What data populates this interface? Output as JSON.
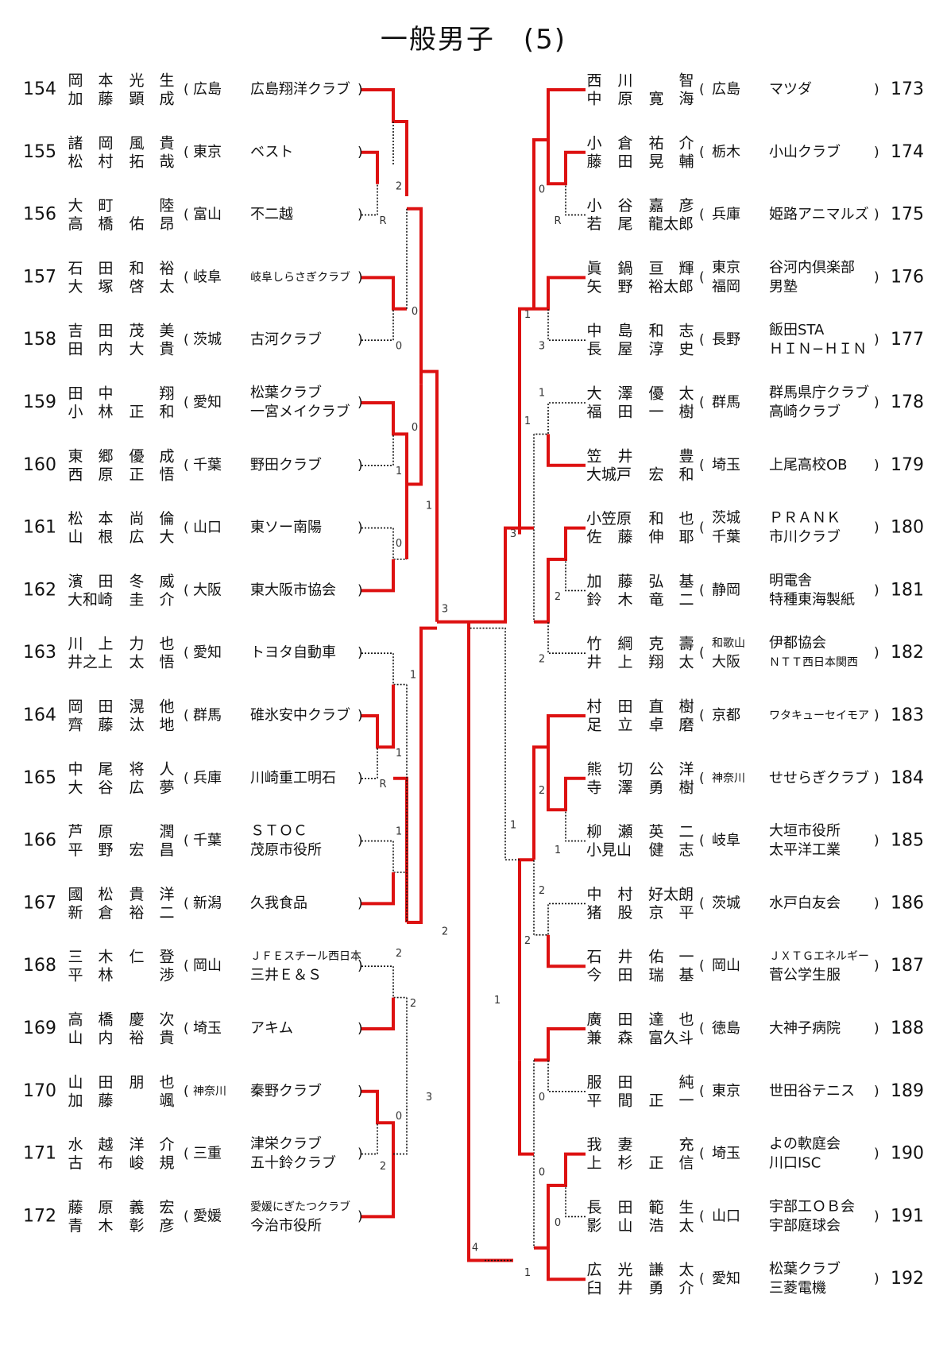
{
  "title": "一般男子　(5)",
  "left_entries": [
    {
      "no": "154",
      "p1": [
        "岡",
        "本",
        "光",
        "生"
      ],
      "p2": [
        "加",
        "藤",
        "顕",
        "成"
      ],
      "pref": [
        "広島"
      ],
      "club": [
        "広島翔洋クラブ"
      ]
    },
    {
      "no": "155",
      "p1": [
        "諸",
        "岡",
        "風",
        "貴"
      ],
      "p2": [
        "松",
        "村",
        "拓",
        "哉"
      ],
      "pref": [
        "東京"
      ],
      "club": [
        "ベスト"
      ]
    },
    {
      "no": "156",
      "p1": [
        "大",
        "町",
        "",
        "陸"
      ],
      "p2": [
        "高",
        "橋",
        "佑",
        "昂"
      ],
      "pref": [
        "富山"
      ],
      "club": [
        "不二越"
      ]
    },
    {
      "no": "157",
      "p1": [
        "石",
        "田",
        "和",
        "裕"
      ],
      "p2": [
        "大",
        "塚",
        "啓",
        "太"
      ],
      "pref": [
        "岐阜"
      ],
      "club": [
        "岐阜しらさぎクラブ"
      ],
      "small": true
    },
    {
      "no": "158",
      "p1": [
        "吉",
        "田",
        "茂",
        "美"
      ],
      "p2": [
        "田",
        "内",
        "大",
        "貴"
      ],
      "pref": [
        "茨城"
      ],
      "club": [
        "古河クラブ"
      ]
    },
    {
      "no": "159",
      "p1": [
        "田",
        "中",
        "",
        "翔"
      ],
      "p2": [
        "小",
        "林",
        "正",
        "和"
      ],
      "pref": [
        "愛知"
      ],
      "club": [
        "松葉クラブ",
        "一宮メイクラブ"
      ]
    },
    {
      "no": "160",
      "p1": [
        "東",
        "郷",
        "優",
        "成"
      ],
      "p2": [
        "西",
        "原",
        "正",
        "悟"
      ],
      "pref": [
        "千葉"
      ],
      "club": [
        "野田クラブ"
      ]
    },
    {
      "no": "161",
      "p1": [
        "松",
        "本",
        "尚",
        "倫"
      ],
      "p2": [
        "山",
        "根",
        "広",
        "大"
      ],
      "pref": [
        "山口"
      ],
      "club": [
        "東ソー南陽"
      ]
    },
    {
      "no": "162",
      "p1": [
        "濱",
        "田",
        "冬",
        "威"
      ],
      "p2": [
        "大和崎",
        "",
        "圭",
        "介"
      ],
      "pref": [
        "大阪"
      ],
      "club": [
        "東大阪市協会"
      ]
    },
    {
      "no": "163",
      "p1": [
        "川",
        "上",
        "力",
        "也"
      ],
      "p2": [
        "井之上",
        "",
        "太",
        "悟"
      ],
      "pref": [
        "愛知"
      ],
      "club": [
        "トヨタ自動車"
      ]
    },
    {
      "no": "164",
      "p1": [
        "岡",
        "田",
        "滉",
        "他"
      ],
      "p2": [
        "齊",
        "藤",
        "汰",
        "地"
      ],
      "pref": [
        "群馬"
      ],
      "club": [
        "碓氷安中クラブ"
      ]
    },
    {
      "no": "165",
      "p1": [
        "中",
        "尾",
        "将",
        "人"
      ],
      "p2": [
        "大",
        "谷",
        "広",
        "夢"
      ],
      "pref": [
        "兵庫"
      ],
      "club": [
        "川崎重工明石"
      ]
    },
    {
      "no": "166",
      "p1": [
        "芦",
        "原",
        "",
        "潤"
      ],
      "p2": [
        "平",
        "野",
        "宏",
        "昌"
      ],
      "pref": [
        "千葉"
      ],
      "club": [
        "ＳＴＯＣ",
        "茂原市役所"
      ]
    },
    {
      "no": "167",
      "p1": [
        "國",
        "松",
        "貴",
        "洋"
      ],
      "p2": [
        "新",
        "倉",
        "裕",
        "二"
      ],
      "pref": [
        "新潟"
      ],
      "club": [
        "久我食品"
      ]
    },
    {
      "no": "168",
      "p1": [
        "三",
        "木",
        "仁",
        "登"
      ],
      "p2": [
        "平",
        "林",
        "",
        "渉"
      ],
      "pref": [
        "岡山"
      ],
      "club": [
        "ＪＦＥスチール西日本",
        "三井Ｅ＆Ｓ"
      ],
      "small_first": true
    },
    {
      "no": "169",
      "p1": [
        "高",
        "橋",
        "慶",
        "次"
      ],
      "p2": [
        "山",
        "内",
        "裕",
        "貴"
      ],
      "pref": [
        "埼玉"
      ],
      "club": [
        "アキム"
      ]
    },
    {
      "no": "170",
      "p1": [
        "山",
        "田",
        "朋",
        "也"
      ],
      "p2": [
        "加",
        "藤",
        "",
        "颯"
      ],
      "pref": [
        "神奈川"
      ],
      "club": [
        "秦野クラブ"
      ],
      "small_pref": true
    },
    {
      "no": "171",
      "p1": [
        "水",
        "越",
        "洋",
        "介"
      ],
      "p2": [
        "古",
        "布",
        "峻",
        "規"
      ],
      "pref": [
        "三重"
      ],
      "club": [
        "津栄クラブ",
        "五十鈴クラブ"
      ]
    },
    {
      "no": "172",
      "p1": [
        "藤",
        "原",
        "義",
        "宏"
      ],
      "p2": [
        "青",
        "木",
        "彰",
        "彦"
      ],
      "pref": [
        "愛媛"
      ],
      "club": [
        "愛媛にぎたつクラブ",
        "今治市役所"
      ],
      "small_first": true
    }
  ],
  "right_entries": [
    {
      "no": "173",
      "p1": [
        "西",
        "川",
        "",
        "智"
      ],
      "p2": [
        "中",
        "原",
        "寛",
        "海"
      ],
      "pref": [
        "広島"
      ],
      "club": [
        "マツダ"
      ]
    },
    {
      "no": "174",
      "p1": [
        "小",
        "倉",
        "祐",
        "介"
      ],
      "p2": [
        "藤",
        "田",
        "晃",
        "輔"
      ],
      "pref": [
        "栃木"
      ],
      "club": [
        "小山クラブ"
      ]
    },
    {
      "no": "175",
      "p1": [
        "小",
        "谷",
        "嘉",
        "彦"
      ],
      "p2": [
        "若",
        "尾",
        "龍太郎",
        ""
      ],
      "pref": [
        "兵庫"
      ],
      "club": [
        "姫路アニマルズ"
      ]
    },
    {
      "no": "176",
      "p1": [
        "眞",
        "鍋",
        "亘",
        "輝"
      ],
      "p2": [
        "矢",
        "野",
        "裕太郎",
        ""
      ],
      "pref": [
        "東京",
        "福岡"
      ],
      "club": [
        "谷河内倶楽部",
        "男塾"
      ]
    },
    {
      "no": "177",
      "p1": [
        "中",
        "島",
        "和",
        "志"
      ],
      "p2": [
        "長",
        "屋",
        "淳",
        "史"
      ],
      "pref": [
        "長野"
      ],
      "club": [
        "飯田STA",
        "ＨＩＮ−ＨＩＮ"
      ]
    },
    {
      "no": "178",
      "p1": [
        "大",
        "澤",
        "優",
        "太"
      ],
      "p2": [
        "福",
        "田",
        "一",
        "樹"
      ],
      "pref": [
        "群馬"
      ],
      "club": [
        "群馬県庁クラブ",
        "高崎クラブ"
      ]
    },
    {
      "no": "179",
      "p1": [
        "笠",
        "井",
        "",
        "豊"
      ],
      "p2": [
        "大城戸",
        "",
        "宏",
        "和"
      ],
      "pref": [
        "埼玉"
      ],
      "club": [
        "上尾高校OB"
      ]
    },
    {
      "no": "180",
      "p1": [
        "小笠原",
        "",
        "和",
        "也"
      ],
      "p2": [
        "佐",
        "藤",
        "伸",
        "耶"
      ],
      "pref": [
        "茨城",
        "千葉"
      ],
      "club": [
        "ＰＲＡＮＫ",
        "市川クラブ"
      ]
    },
    {
      "no": "181",
      "p1": [
        "加",
        "藤",
        "弘",
        "基"
      ],
      "p2": [
        "鈴",
        "木",
        "竜",
        "二"
      ],
      "pref": [
        "静岡"
      ],
      "club": [
        "明電舎",
        "特種東海製紙"
      ]
    },
    {
      "no": "182",
      "p1": [
        "竹",
        "綱",
        "克",
        "壽"
      ],
      "p2": [
        "井",
        "上",
        "翔",
        "太"
      ],
      "pref": [
        "和歌山",
        "大阪"
      ],
      "club": [
        "伊都協会",
        "ＮＴＴ西日本関西"
      ],
      "small_pref": true,
      "small_second": true
    },
    {
      "no": "183",
      "p1": [
        "村",
        "田",
        "直",
        "樹"
      ],
      "p2": [
        "足",
        "立",
        "卓",
        "磨"
      ],
      "pref": [
        "京都"
      ],
      "club": [
        "ワタキューセイモア"
      ],
      "small": true
    },
    {
      "no": "184",
      "p1": [
        "熊",
        "切",
        "公",
        "洋"
      ],
      "p2": [
        "寺",
        "澤",
        "勇",
        "樹"
      ],
      "pref": [
        "神奈川"
      ],
      "club": [
        "せせらぎクラブ"
      ],
      "small_pref": true
    },
    {
      "no": "185",
      "p1": [
        "柳",
        "瀬",
        "英",
        "二"
      ],
      "p2": [
        "小見山",
        "",
        "健",
        "志"
      ],
      "pref": [
        "岐阜"
      ],
      "club": [
        "大垣市役所",
        "太平洋工業"
      ]
    },
    {
      "no": "186",
      "p1": [
        "中",
        "村",
        "好太朗",
        ""
      ],
      "p2": [
        "猪",
        "股",
        "京",
        "平"
      ],
      "pref": [
        "茨城"
      ],
      "club": [
        "水戸白友会"
      ]
    },
    {
      "no": "187",
      "p1": [
        "石",
        "井",
        "佑",
        "一"
      ],
      "p2": [
        "今",
        "田",
        "瑞",
        "基"
      ],
      "pref": [
        "岡山"
      ],
      "club": [
        "ＪＸＴＧエネルギー",
        "菅公学生服"
      ],
      "small_first": true
    },
    {
      "no": "188",
      "p1": [
        "廣",
        "田",
        "達",
        "也"
      ],
      "p2": [
        "兼",
        "森",
        "富久斗",
        ""
      ],
      "pref": [
        "徳島"
      ],
      "club": [
        "大神子病院"
      ]
    },
    {
      "no": "189",
      "p1": [
        "服",
        "田",
        "",
        "純"
      ],
      "p2": [
        "平",
        "間",
        "正",
        "一"
      ],
      "pref": [
        "東京"
      ],
      "club": [
        "世田谷テニス"
      ]
    },
    {
      "no": "190",
      "p1": [
        "我",
        "妻",
        "",
        "充"
      ],
      "p2": [
        "上",
        "杉",
        "正",
        "信"
      ],
      "pref": [
        "埼玉"
      ],
      "club": [
        "よの軟庭会",
        "川口ISC"
      ]
    },
    {
      "no": "191",
      "p1": [
        "長",
        "田",
        "範",
        "生"
      ],
      "p2": [
        "影",
        "山",
        "浩",
        "太"
      ],
      "pref": [
        "山口"
      ],
      "club": [
        "宇部工ＯＢ会",
        "宇部庭球会"
      ]
    },
    {
      "no": "192",
      "p1": [
        "広",
        "光",
        "謙",
        "太"
      ],
      "p2": [
        "臼",
        "井",
        "勇",
        "介"
      ],
      "pref": [
        "愛知"
      ],
      "club": [
        "松葉クラブ",
        "三菱電機"
      ]
    }
  ],
  "scores": [
    {
      "id": "l-a",
      "v": "2"
    },
    {
      "id": "l-b",
      "v": "R"
    },
    {
      "id": "l-c",
      "v": "0"
    },
    {
      "id": "l-d",
      "v": "0"
    },
    {
      "id": "l-e",
      "v": "0"
    },
    {
      "id": "l-f",
      "v": "1"
    },
    {
      "id": "l-g",
      "v": "0"
    },
    {
      "id": "l-h",
      "v": "1"
    },
    {
      "id": "l-i",
      "v": "3"
    },
    {
      "id": "l-j",
      "v": "1"
    },
    {
      "id": "l-k",
      "v": "1"
    },
    {
      "id": "l-l",
      "v": "R"
    },
    {
      "id": "l-m",
      "v": "1"
    },
    {
      "id": "l-n",
      "v": "2"
    },
    {
      "id": "l-o",
      "v": "2"
    },
    {
      "id": "l-p",
      "v": "2"
    },
    {
      "id": "l-q",
      "v": "3"
    },
    {
      "id": "l-r",
      "v": "0"
    },
    {
      "id": "l-s",
      "v": "2"
    },
    {
      "id": "l-t",
      "v": "4"
    },
    {
      "id": "r-a",
      "v": "0"
    },
    {
      "id": "r-b",
      "v": "R"
    },
    {
      "id": "r-c",
      "v": "1"
    },
    {
      "id": "r-d",
      "v": "3"
    },
    {
      "id": "r-e",
      "v": "1"
    },
    {
      "id": "r-f",
      "v": "1"
    },
    {
      "id": "r-g",
      "v": "3"
    },
    {
      "id": "r-h",
      "v": "2"
    },
    {
      "id": "r-i",
      "v": "2"
    },
    {
      "id": "r-j",
      "v": "2"
    },
    {
      "id": "r-k",
      "v": "1"
    },
    {
      "id": "r-l",
      "v": "1"
    },
    {
      "id": "r-m",
      "v": "2"
    },
    {
      "id": "r-n",
      "v": "2"
    },
    {
      "id": "r-o",
      "v": "1"
    },
    {
      "id": "r-p",
      "v": "0"
    },
    {
      "id": "r-q",
      "v": "0"
    },
    {
      "id": "r-r",
      "v": "0"
    },
    {
      "id": "r-s",
      "v": "1"
    }
  ],
  "colors": {
    "winner_line": "#dd1111",
    "loser_line": "#111111"
  }
}
